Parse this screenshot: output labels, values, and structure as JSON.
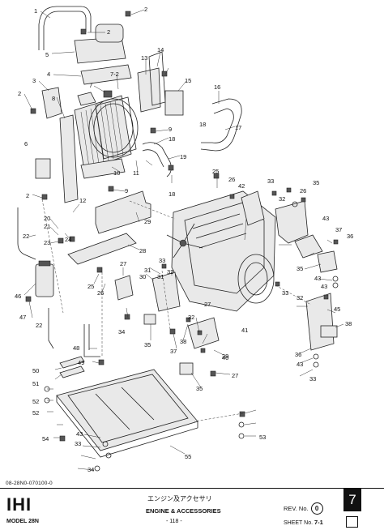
{
  "document": {
    "doc_number": "08-28N0-070100-0",
    "brand": "IHI",
    "model_label": "MODEL",
    "model": "28N",
    "title_jp": "エンジン及アクセサリ",
    "title_en": "ENGINE & ACCESSORIES",
    "page": "- 118 -",
    "rev_label": "REV. No.",
    "rev_value": "0",
    "sheet_label": "SHEET No.",
    "sheet_value": "7-1",
    "chapter": "7"
  },
  "callouts": [
    "1",
    "2",
    "2",
    "2",
    "2",
    "3",
    "4",
    "5",
    "6",
    "7",
    "7-2",
    "8",
    "9",
    "9",
    "10",
    "11",
    "12",
    "13",
    "14",
    "15",
    "16",
    "17",
    "18",
    "18",
    "18",
    "19",
    "20",
    "21",
    "22",
    "22",
    "23",
    "24",
    "25",
    "25",
    "26",
    "26",
    "26",
    "27",
    "27",
    "27",
    "28",
    "29",
    "30",
    "31",
    "31",
    "32",
    "32",
    "32",
    "32",
    "33",
    "33",
    "33",
    "33",
    "33",
    "34",
    "34",
    "35",
    "35",
    "35",
    "35",
    "36",
    "36",
    "37",
    "37",
    "38",
    "38",
    "39",
    "40",
    "41",
    "42",
    "43",
    "43",
    "43",
    "43",
    "43",
    "45",
    "46",
    "47",
    "48",
    "49",
    "50",
    "51",
    "52",
    "52",
    "53",
    "54",
    "55"
  ]
}
